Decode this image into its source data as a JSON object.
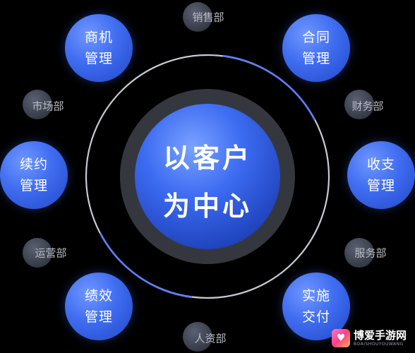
{
  "center": {
    "line1": "以客户",
    "line2": "为中心"
  },
  "modules": [
    {
      "id": "opportunity",
      "line1": "商机",
      "line2": "管理"
    },
    {
      "id": "contract",
      "line1": "合同",
      "line2": "管理"
    },
    {
      "id": "renewal",
      "line1": "续约",
      "line2": "管理"
    },
    {
      "id": "collection",
      "line1": "收支",
      "line2": "管理"
    },
    {
      "id": "performance",
      "line1": "绩效",
      "line2": "管理"
    },
    {
      "id": "delivery",
      "line1": "实施",
      "line2": "交付"
    }
  ],
  "departments": {
    "sales": "销售部",
    "marketing": "市场部",
    "finance": "财务部",
    "operations": "运营部",
    "service": "服务部",
    "hr": "人资部"
  },
  "watermark": {
    "title": "博爱手游网",
    "subtitle": "BOAISHOUYOUWANG"
  },
  "colors": {
    "background": "#000000",
    "node_blue": "#3f6cf0",
    "ring_light": "#c9cbd2",
    "ring_accent": "#5b7fff",
    "dark_ring": "#3a3d44",
    "dept_gray": "#3a3f4c"
  }
}
